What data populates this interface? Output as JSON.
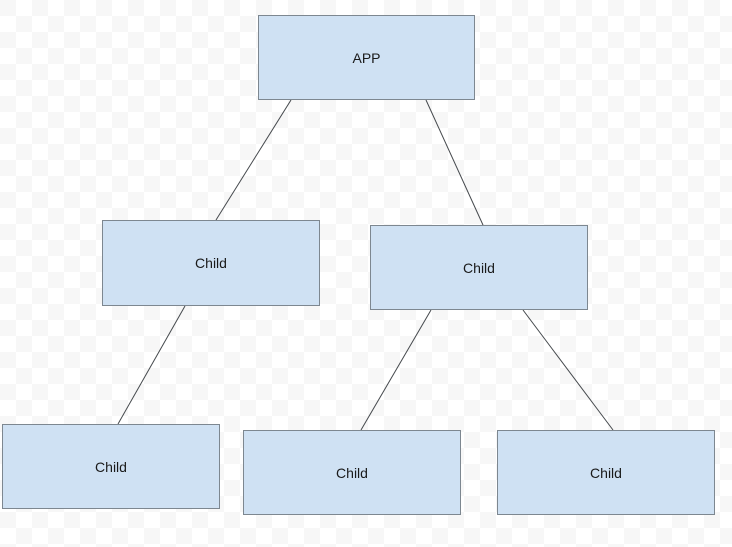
{
  "diagram": {
    "nodes": [
      {
        "id": "app",
        "label": "APP"
      },
      {
        "id": "child-left",
        "label": "Child"
      },
      {
        "id": "child-right",
        "label": "Child"
      },
      {
        "id": "child-bottom-left",
        "label": "Child"
      },
      {
        "id": "child-bottom-middle",
        "label": "Child"
      },
      {
        "id": "child-bottom-right",
        "label": "Child"
      }
    ],
    "edges": [
      {
        "from": "app",
        "to": "child-left"
      },
      {
        "from": "app",
        "to": "child-right"
      },
      {
        "from": "child-left",
        "to": "child-bottom-left"
      },
      {
        "from": "child-right",
        "to": "child-bottom-middle"
      },
      {
        "from": "child-right",
        "to": "child-bottom-right"
      }
    ]
  },
  "colors": {
    "node-fill": "#cfe1f3",
    "node-border": "#7d8790",
    "node-text": "#1a1a1a",
    "edge-line": "#45494d",
    "checker-dark": "#f7f7f7",
    "checker-light": "#ffffff"
  }
}
